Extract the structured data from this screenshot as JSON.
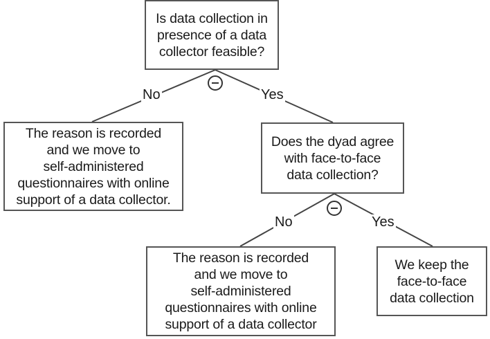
{
  "nodes": {
    "q1": {
      "text": "Is data collection in\npresence of a data\ncollector feasible?"
    },
    "r1": {
      "text": "The reason is recorded\nand we move to\nself-administered\nquestionnaires with online\nsupport of a data collector."
    },
    "q2": {
      "text": "Does the dyad agree\nwith face-to-face\ndata collection?"
    },
    "r2": {
      "text": "The reason is recorded\nand we move to\nself-administered\nquestionnaires with online\nsupport of a data collector"
    },
    "r3": {
      "text": "We keep the\nface-to-face\ndata collection"
    }
  },
  "edges": {
    "no1": "No",
    "yes1": "Yes",
    "no2": "No",
    "yes2": "Yes"
  },
  "icons": [
    "minus-circle-icon",
    "minus-circle-icon"
  ],
  "colors": {
    "border": "#555555",
    "line": "#444444",
    "text": "#1a1a1a"
  }
}
